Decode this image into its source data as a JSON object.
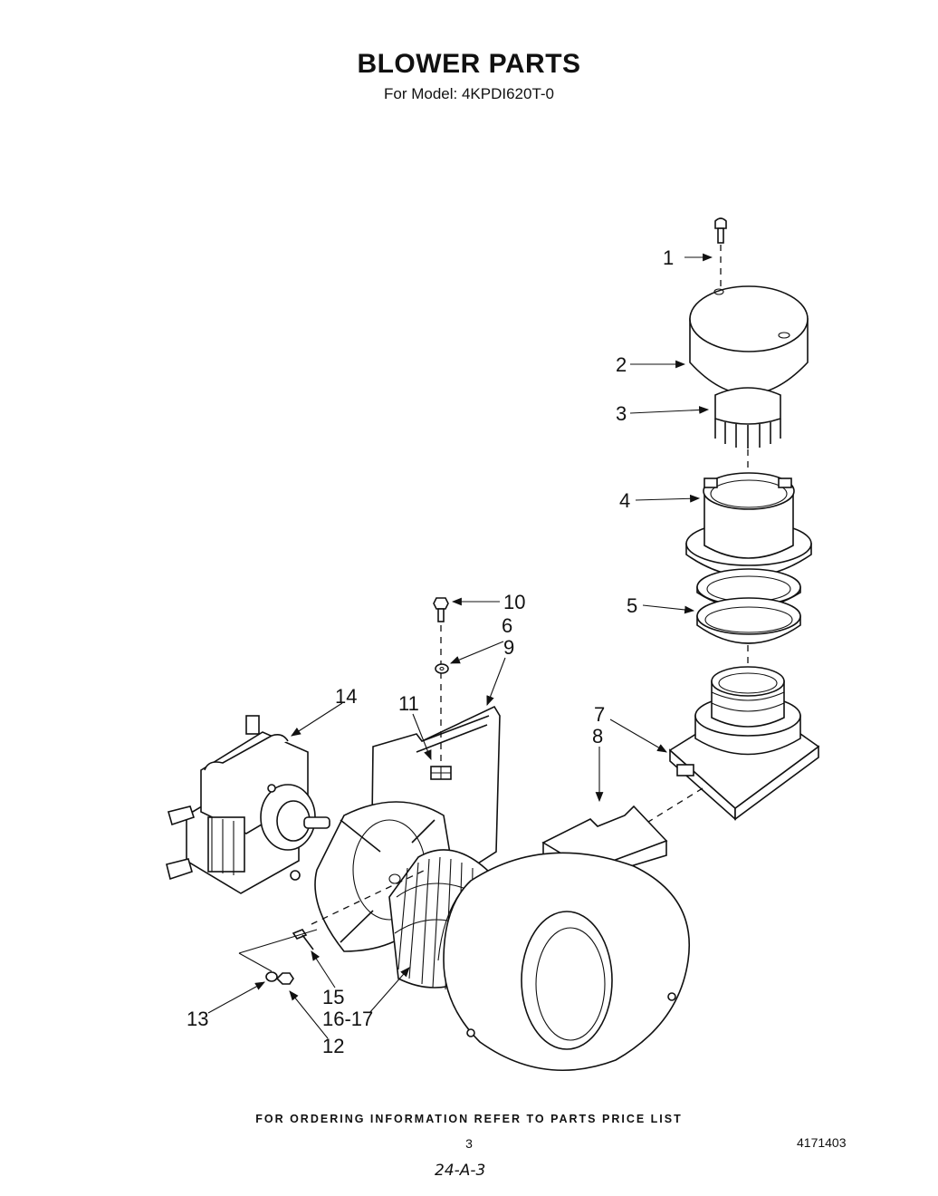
{
  "header": {
    "title": "BLOWER PARTS",
    "subtitle": "For Model: 4KPDI620T-0"
  },
  "callouts": {
    "c1": "1",
    "c2": "2",
    "c3": "3",
    "c4": "4",
    "c5": "5",
    "c6": "6",
    "c7": "7",
    "c8": "8",
    "c9": "9",
    "c10": "10",
    "c11": "11",
    "c12": "12",
    "c13": "13",
    "c14": "14",
    "c15": "15",
    "c1617": "16-17"
  },
  "footer": {
    "ordering_note": "FOR ORDERING INFORMATION REFER TO PARTS PRICE LIST",
    "page_number": "3",
    "document_number": "4171403",
    "handwritten_note": "24-A-3"
  }
}
